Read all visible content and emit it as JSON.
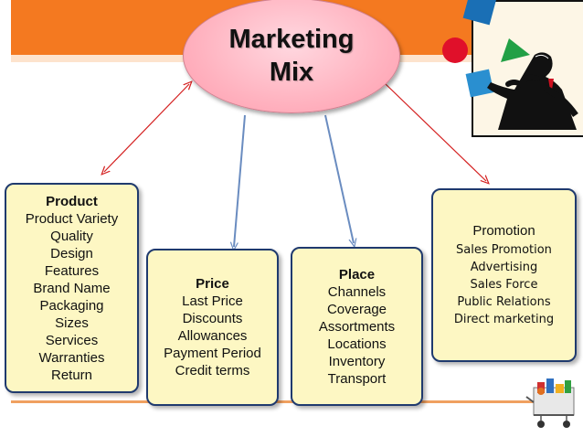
{
  "hub": {
    "line1": "Marketing",
    "line2": "Mix"
  },
  "product": {
    "title": "Product",
    "items": [
      "Product Variety",
      "Quality",
      "Design",
      "Features",
      "Brand Name",
      "Packaging",
      "Sizes",
      "Services",
      "Warranties",
      "Return"
    ]
  },
  "price": {
    "title": "Price",
    "items": [
      "Last Price",
      "Discounts",
      "Allowances",
      "Payment Period",
      "Credit terms"
    ]
  },
  "place": {
    "title": "Place",
    "items": [
      "Channels",
      "Coverage",
      "Assortments",
      "Locations",
      "Inventory",
      "Transport"
    ]
  },
  "promotion": {
    "title": "Promotion",
    "items": [
      "Sales Promotion",
      "Advertising",
      "Sales Force",
      "Public Relations",
      "Direct marketing"
    ]
  },
  "icons": [
    "juggler-illustration-icon",
    "shopping-cart-icon"
  ],
  "colors": {
    "band": "#f47920",
    "hub_fill": "#ffb3c0",
    "box_fill": "#fdf7c3",
    "box_border": "#1f3a6e",
    "red_arrow": "#d42020",
    "blue_arrow": "#6a8cc0"
  }
}
